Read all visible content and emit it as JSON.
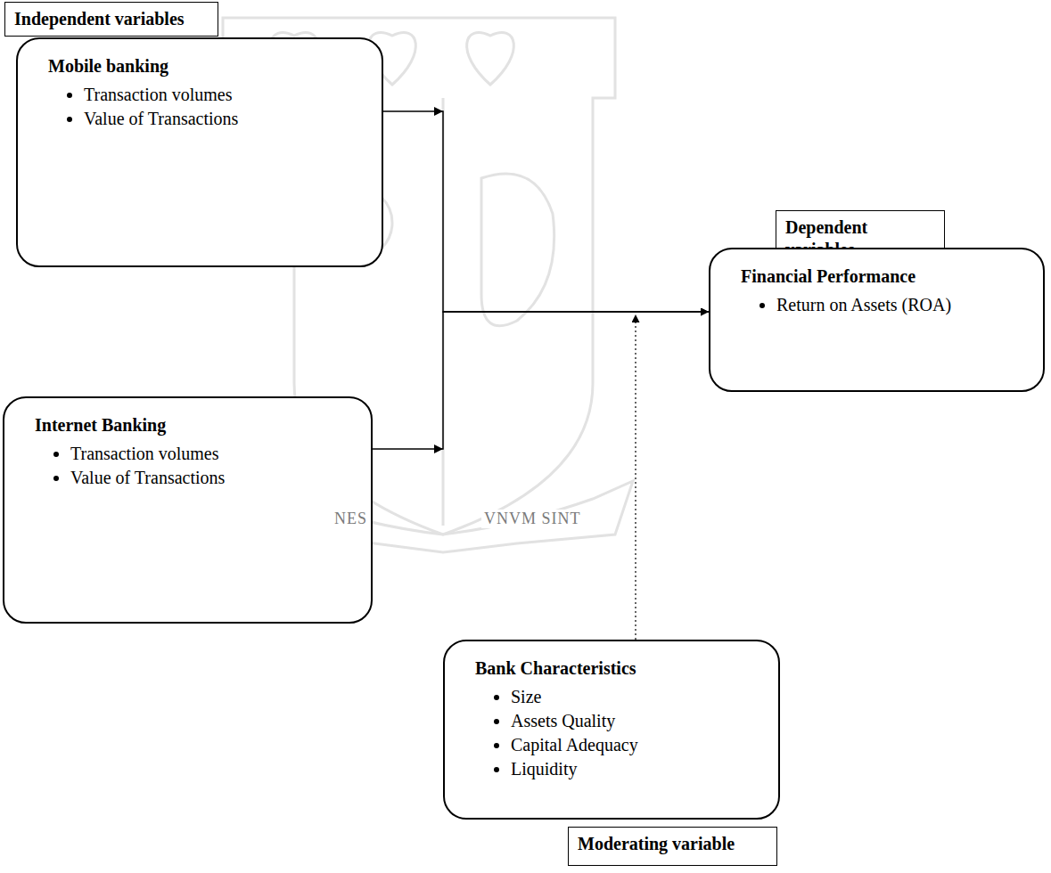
{
  "diagram": {
    "nodes": [
      {
        "text": [
          "Independent variables"
        ]
      },
      {
        "text": [
          "Mobile banking",
          "Transaction volumes",
          "Value of Transactions"
        ]
      },
      {
        "text": [
          "Dependent variables"
        ]
      },
      {
        "text": [
          "Financial Performance",
          "Return on Assets (ROA)"
        ]
      },
      {
        "text": [
          "Internet Banking",
          "Transaction volumes",
          "Value of Transactions"
        ]
      },
      {
        "text": [
          "Bank Characteristics",
          "Size",
          "Assets Quality",
          "Capital Adequacy",
          "Liquidity"
        ]
      },
      {
        "text": [
          "Moderating variable"
        ]
      }
    ],
    "edges": [
      {
        "from": 1,
        "to": 3,
        "arrow": "to"
      },
      {
        "from": 4,
        "to": 3,
        "arrow": "to"
      }
    ],
    "labels": [
      "NES",
      "VNVM SINT"
    ]
  }
}
